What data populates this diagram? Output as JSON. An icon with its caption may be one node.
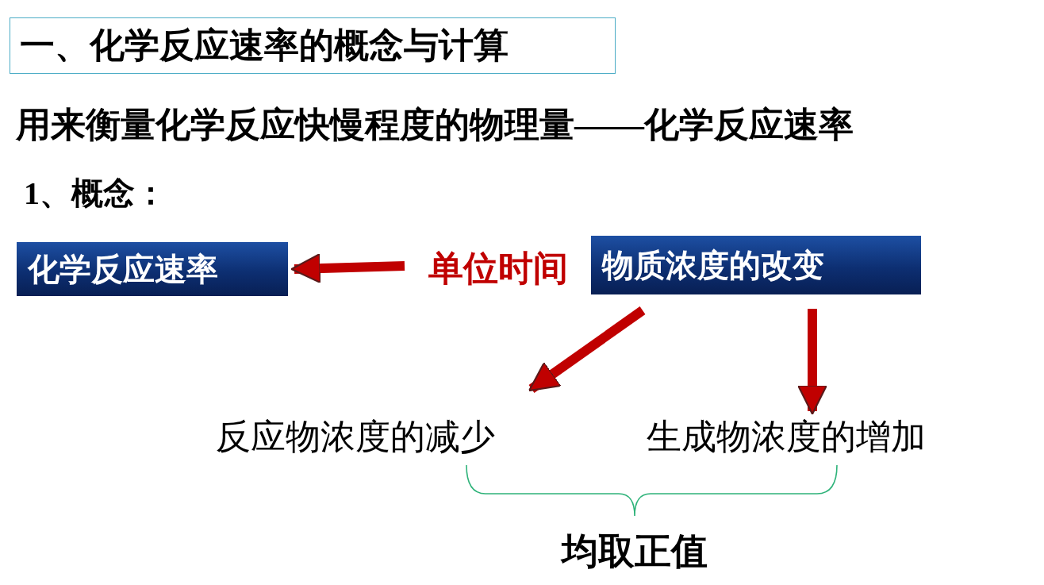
{
  "diagram": {
    "title": "一、化学反应速率的概念与计算",
    "nodes": [
      {
        "text": [
          "化学反应速率"
        ]
      },
      {
        "text": [
          "单位时间"
        ]
      },
      {
        "text": [
          "物质浓度的改变"
        ]
      },
      {
        "text": [
          "反应物浓度的减少"
        ]
      },
      {
        "text": [
          "生成物浓度的增加"
        ]
      }
    ],
    "edges": [
      {
        "from": 1,
        "to": 0,
        "arrow": "to"
      },
      {
        "from": 2,
        "to": 3,
        "arrow": "to"
      },
      {
        "from": 2,
        "to": 4,
        "arrow": "to"
      }
    ],
    "labels": [
      "用来衡量化学反应快慢程度的物理量——化学反应速率",
      "1、概念：",
      "均取正值"
    ]
  }
}
